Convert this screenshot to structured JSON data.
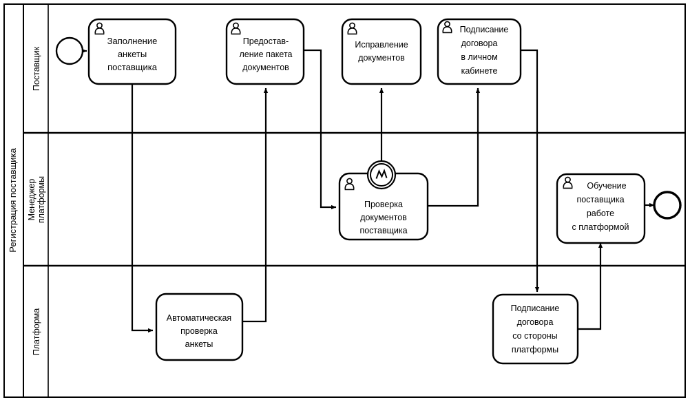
{
  "diagram": {
    "type": "bpmn-process-diagram",
    "pool": {
      "label": "Регистрация поставщика"
    },
    "lanes": [
      {
        "id": "lane-supplier",
        "label": "Поставщик",
        "label_lines": [
          "Поставщик"
        ]
      },
      {
        "id": "lane-manager",
        "label": "Менеджер платформы",
        "label_lines": [
          "Менеджер",
          "платформы"
        ]
      },
      {
        "id": "lane-platform",
        "label": "Платформа",
        "label_lines": [
          "Платформа"
        ]
      }
    ],
    "events": [
      {
        "id": "start-event",
        "kind": "start",
        "lane": "lane-supplier"
      },
      {
        "id": "end-event",
        "kind": "end",
        "lane": "lane-manager"
      },
      {
        "id": "boundary-event-documents-check",
        "kind": "boundary-error",
        "lane": "lane-manager",
        "attached_to": "task-check-documents"
      }
    ],
    "tasks": [
      {
        "id": "task-fill-form",
        "lane": "lane-supplier",
        "has_user_icon": true,
        "lines": [
          "Заполнение",
          "анкеты",
          "поставщика"
        ]
      },
      {
        "id": "task-provide-documents",
        "lane": "lane-supplier",
        "has_user_icon": true,
        "lines": [
          "Предостав-",
          "ление пакета",
          "документов"
        ]
      },
      {
        "id": "task-fix-documents",
        "lane": "lane-supplier",
        "has_user_icon": true,
        "lines": [
          "Исправление",
          "документов"
        ]
      },
      {
        "id": "task-sign-contract-cabinet",
        "lane": "lane-supplier",
        "has_user_icon": true,
        "lines": [
          "Подписание",
          "договора",
          "в личном",
          "кабинете"
        ]
      },
      {
        "id": "task-check-documents",
        "lane": "lane-manager",
        "has_user_icon": true,
        "lines": [
          "Проверка",
          "документов",
          "поставщика"
        ]
      },
      {
        "id": "task-training-supplier",
        "lane": "lane-manager",
        "has_user_icon": true,
        "lines": [
          "Обучение",
          "поставщика",
          "работе",
          "с платформой"
        ]
      },
      {
        "id": "task-auto-check-form",
        "lane": "lane-platform",
        "has_user_icon": false,
        "lines": [
          "Автоматическая",
          "проверка",
          "анкеты"
        ]
      },
      {
        "id": "task-sign-contract-platform",
        "lane": "lane-platform",
        "has_user_icon": false,
        "lines": [
          "Подписание",
          "договора",
          "со стороны",
          "платформы"
        ]
      }
    ],
    "flows": [
      {
        "id": "flow-start-to-fill-form",
        "from": "start-event",
        "to": "task-fill-form"
      },
      {
        "id": "flow-fill-form-to-auto-check",
        "from": "task-fill-form",
        "to": "task-auto-check-form"
      },
      {
        "id": "flow-auto-check-to-provide-documents",
        "from": "task-auto-check-form",
        "to": "task-provide-documents"
      },
      {
        "id": "flow-provide-documents-to-check",
        "from": "task-provide-documents",
        "to": "task-check-documents"
      },
      {
        "id": "flow-boundary-to-fix-documents",
        "from": "boundary-event-documents-check",
        "to": "task-fix-documents"
      },
      {
        "id": "flow-fix-documents-to-check",
        "from": "task-fix-documents",
        "to": "task-check-documents"
      },
      {
        "id": "flow-check-to-sign-cabinet",
        "from": "task-check-documents",
        "to": "task-sign-contract-cabinet"
      },
      {
        "id": "flow-sign-cabinet-to-sign-platform",
        "from": "task-sign-contract-cabinet",
        "to": "task-sign-contract-platform"
      },
      {
        "id": "flow-sign-platform-to-training",
        "from": "task-sign-contract-platform",
        "to": "task-training-supplier"
      },
      {
        "id": "flow-training-to-end",
        "from": "task-training-supplier",
        "to": "end-event"
      }
    ],
    "colors": {
      "stroke": "#000000",
      "fill": "#ffffff",
      "text": "#000000"
    }
  }
}
